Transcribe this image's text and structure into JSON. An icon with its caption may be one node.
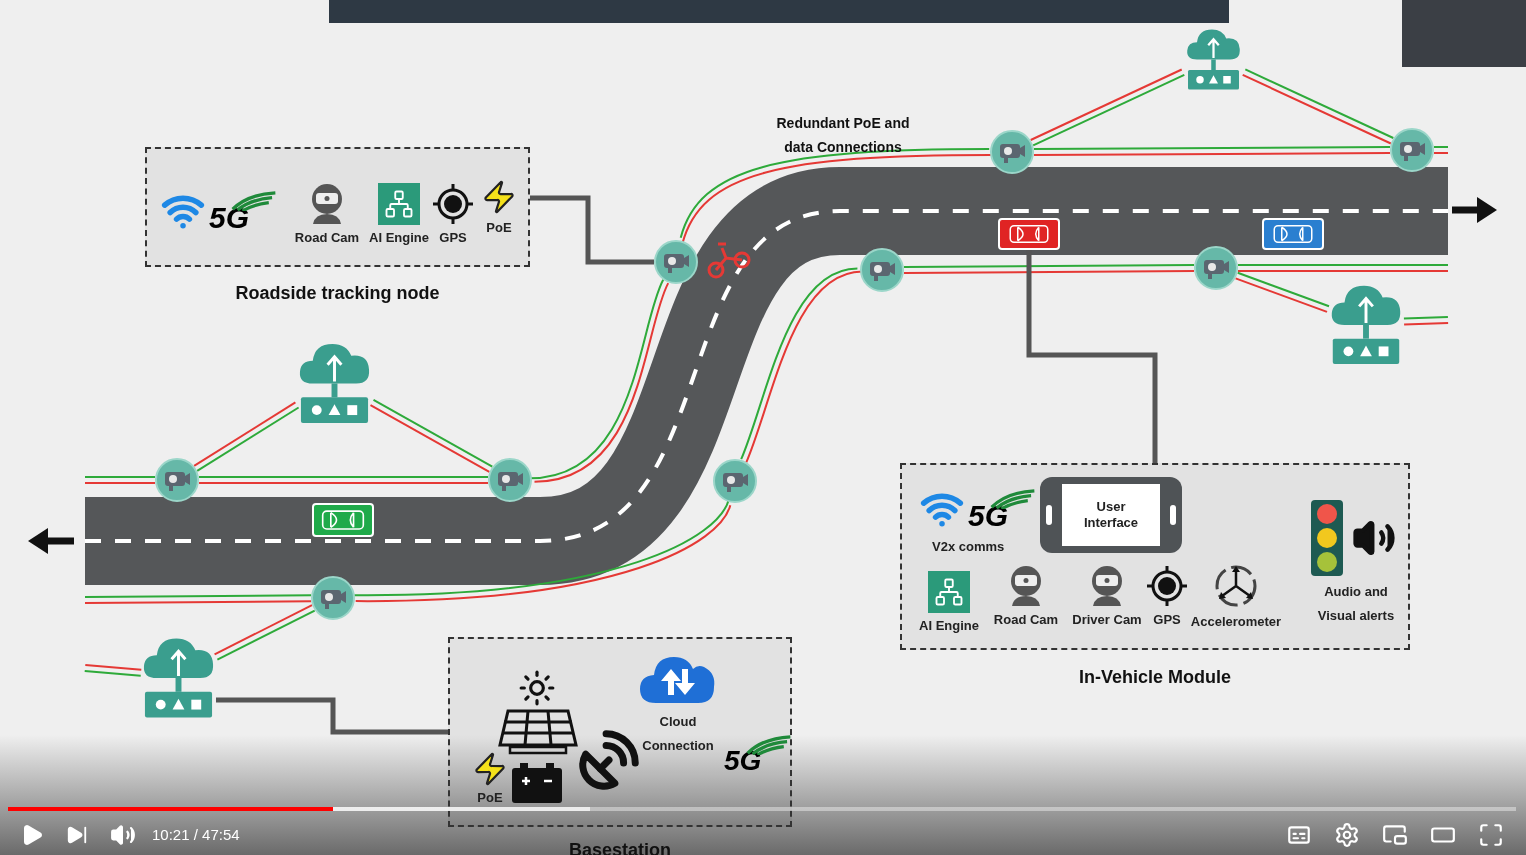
{
  "diagram": {
    "nodes": [
      {
        "text": [
          "5G",
          "Road Cam",
          "AI Engine",
          "GPS",
          "PoE",
          "Roadside tracking node"
        ]
      },
      {
        "text": [
          "5G",
          "V2x comms",
          "AI Engine",
          "Road Cam",
          "Driver Cam",
          "GPS",
          "Accelerometer",
          "Audio and Visual alerts",
          "In-Vehicle Module"
        ]
      },
      {
        "text": [
          "User Interface"
        ],
        "in": 1
      },
      {
        "text": [
          "Cloud Connection",
          "5G",
          "PoE",
          "Basestation"
        ]
      },
      {
        "text": [],
        "shape": "circle"
      },
      {
        "text": [],
        "shape": "circle"
      },
      {
        "text": [],
        "shape": "circle"
      },
      {
        "text": [],
        "shape": "circle"
      },
      {
        "text": [],
        "shape": "circle"
      },
      {
        "text": [],
        "shape": "circle"
      },
      {
        "text": [],
        "shape": "circle"
      },
      {
        "text": [],
        "shape": "circle"
      },
      {
        "text": [],
        "shape": "circle"
      },
      {
        "text": [],
        "shape": "picture"
      },
      {
        "text": [],
        "shape": "picture"
      },
      {
        "text": [],
        "shape": "picture"
      },
      {
        "text": [],
        "shape": "picture"
      },
      {
        "text": [],
        "shape": "picture"
      },
      {
        "text": [],
        "shape": "bar"
      }
    ],
    "edges": [
      {
        "from": null,
        "to": 9,
        "arrow": "none",
        "color": "#e53935"
      },
      {
        "from": null,
        "to": 9,
        "arrow": "none",
        "color": "#2eaa3a"
      },
      {
        "from": 9,
        "to": 10,
        "arrow": "none",
        "color": "#e53935"
      },
      {
        "from": 9,
        "to": 10,
        "arrow": "none",
        "color": "#2eaa3a"
      },
      {
        "from": 10,
        "to": 4,
        "arrow": "none",
        "color": "#e53935"
      },
      {
        "from": 10,
        "to": 4,
        "arrow": "none",
        "color": "#2eaa3a"
      },
      {
        "from": 4,
        "to": 5,
        "arrow": "none",
        "color": "#e53935"
      },
      {
        "from": 4,
        "to": 5,
        "arrow": "none",
        "color": "#2eaa3a"
      },
      {
        "from": 5,
        "to": 6,
        "arrow": "none",
        "color": "#e53935"
      },
      {
        "from": 5,
        "to": 6,
        "arrow": "none",
        "color": "#2eaa3a"
      },
      {
        "from": 6,
        "to": null,
        "arrow": "none",
        "color": "#e53935"
      },
      {
        "from": 6,
        "to": null,
        "arrow": "none",
        "color": "#2eaa3a"
      },
      {
        "from": null,
        "to": 12,
        "arrow": "none",
        "color": "#e53935"
      },
      {
        "from": null,
        "to": 12,
        "arrow": "none",
        "color": "#2eaa3a"
      },
      {
        "from": 12,
        "to": 11,
        "arrow": "none",
        "color": "#e53935"
      },
      {
        "from": 12,
        "to": 11,
        "arrow": "none",
        "color": "#2eaa3a"
      },
      {
        "from": 11,
        "to": 7,
        "arrow": "none",
        "color": "#e53935"
      },
      {
        "from": 11,
        "to": 7,
        "arrow": "none",
        "color": "#2eaa3a"
      },
      {
        "from": 7,
        "to": 8,
        "arrow": "none",
        "color": "#e53935"
      },
      {
        "from": 7,
        "to": 8,
        "arrow": "none",
        "color": "#2eaa3a"
      },
      {
        "from": 8,
        "to": null,
        "arrow": "none",
        "color": "#e53935"
      },
      {
        "from": 8,
        "to": null,
        "arrow": "none",
        "color": "#2eaa3a"
      },
      {
        "from": 15,
        "to": 9,
        "arrow": "none",
        "color": "#e53935"
      },
      {
        "from": 15,
        "to": 9,
        "arrow": "none",
        "color": "#2eaa3a"
      },
      {
        "from": 15,
        "to": 10,
        "arrow": "none",
        "color": "#e53935"
      },
      {
        "from": 15,
        "to": 10,
        "arrow": "none",
        "color": "#2eaa3a"
      },
      {
        "from": 13,
        "to": 5,
        "arrow": "none",
        "color": "#e53935"
      },
      {
        "from": 13,
        "to": 5,
        "arrow": "none",
        "color": "#2eaa3a"
      },
      {
        "from": 13,
        "to": 6,
        "arrow": "none",
        "color": "#e53935"
      },
      {
        "from": 13,
        "to": 6,
        "arrow": "none",
        "color": "#2eaa3a"
      },
      {
        "from": 8,
        "to": 14,
        "arrow": "none",
        "color": "#e53935"
      },
      {
        "from": 8,
        "to": 14,
        "arrow": "none",
        "color": "#2eaa3a"
      },
      {
        "from": 14,
        "to": null,
        "arrow": "none",
        "color": "#e53935"
      },
      {
        "from": 14,
        "to": null,
        "arrow": "none",
        "color": "#2eaa3a"
      },
      {
        "from": 12,
        "to": 16,
        "arrow": "none",
        "color": "#e53935"
      },
      {
        "from": 12,
        "to": 16,
        "arrow": "none",
        "color": "#2eaa3a"
      },
      {
        "from": 16,
        "to": null,
        "arrow": "none",
        "color": "#e53935"
      },
      {
        "from": 16,
        "to": null,
        "arrow": "none",
        "color": "#2eaa3a"
      },
      {
        "from": 0,
        "to": 4,
        "arrow": "none",
        "style": "thick",
        "color": "#555555"
      },
      {
        "from": 17,
        "to": 1,
        "arrow": "none",
        "style": "thick",
        "color": "#555555"
      },
      {
        "from": 3,
        "to": 16,
        "arrow": "none",
        "style": "thick",
        "color": "#555555"
      }
    ],
    "labels": [
      "Redundant PoE and data Connections",
      "10:21 / 47:54"
    ]
  }
}
